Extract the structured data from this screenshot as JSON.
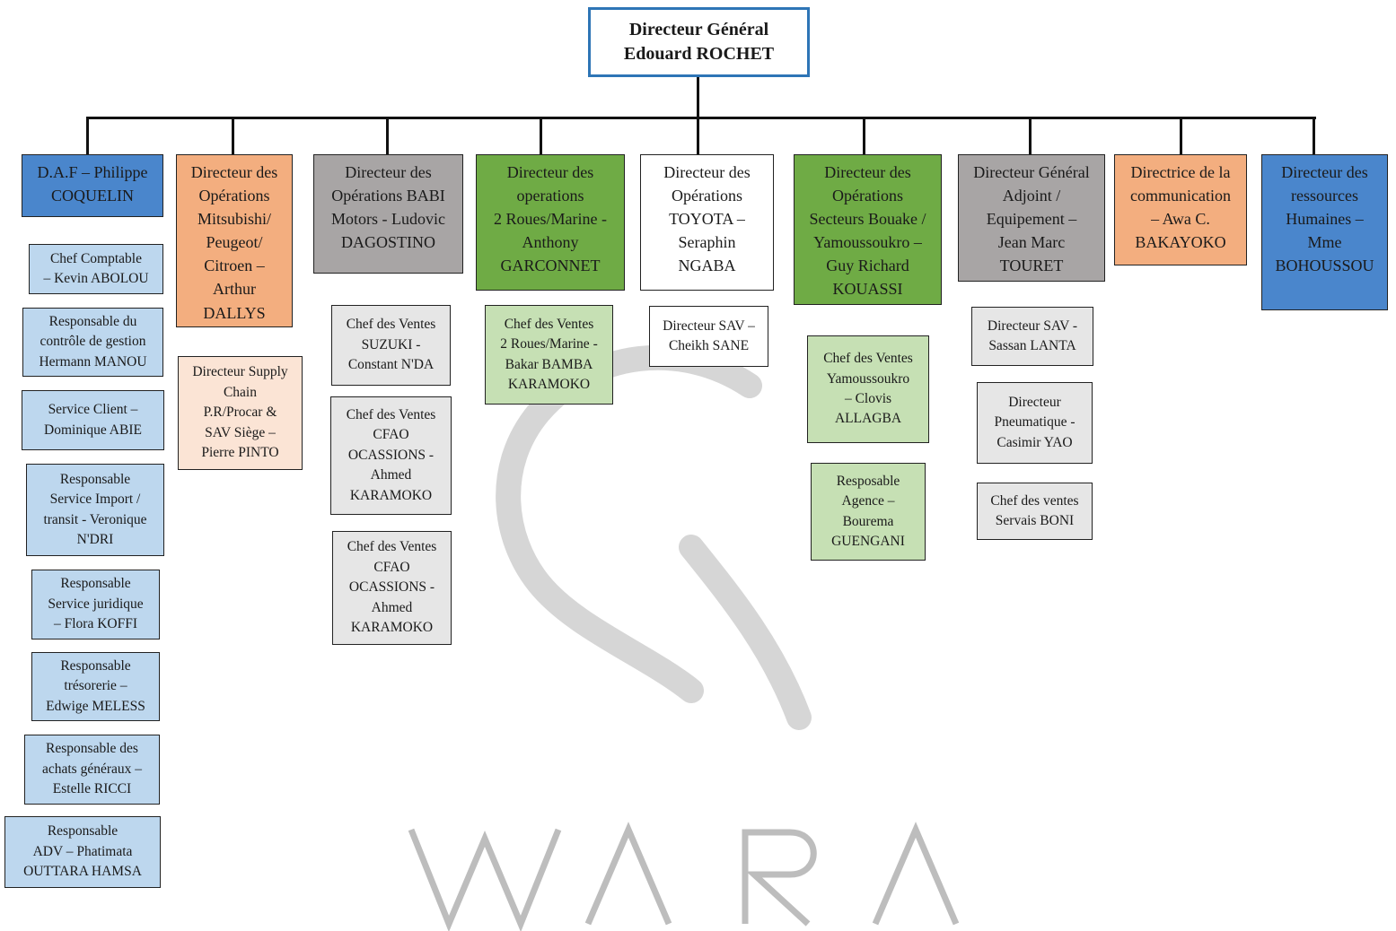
{
  "root": {
    "line1": "Directeur Général",
    "line2": "Edouard ROCHET"
  },
  "columns": [
    {
      "head": "D.A.F – Philippe\nCOQUELIN",
      "children": [
        "Chef Comptable\n– Kevin ABOLOU",
        "Responsable du\ncontrôle de gestion\nHermann MANOU",
        "Service Client –\nDominique ABIE",
        "Responsable\nService Import /\ntransit - Veronique\nN'DRI",
        "Responsable\nService juridique\n– Flora KOFFI",
        "Responsable\ntrésorerie –\nEdwige MELESS",
        "Responsable des\nachats généraux –\nEstelle RICCI",
        "Responsable\nADV – Phatimata\nOUTTARA HAMSA"
      ]
    },
    {
      "head": "Directeur des\nOpérations\nMitsubishi/\nPeugeot/\nCitroen –\nArthur\nDALLYS",
      "children": [
        "Directeur Supply\nChain\nP.R/Procar &\nSAV Siège –\nPierre PINTO"
      ]
    },
    {
      "head": "Directeur des\nOpérations BABI\nMotors - Ludovic\nDAGOSTINO",
      "children": [
        "Chef des Ventes\nSUZUKI -\nConstant N'DA",
        "Chef des Ventes\nCFAO\nOCASSIONS -\nAhmed\nKARAMOKO",
        "Chef des Ventes\nCFAO\nOCASSIONS -\nAhmed\nKARAMOKO"
      ]
    },
    {
      "head": "Directeur des\noperations\n2 Roues/Marine -\nAnthony\nGARCONNET",
      "children": [
        "Chef des Ventes\n2 Roues/Marine -\nBakar BAMBA\nKARAMOKO"
      ]
    },
    {
      "head": "Directeur des\nOpérations\nTOYOTA –\nSeraphin\nNGABA",
      "children": [
        "Directeur SAV –\nCheikh SANE"
      ]
    },
    {
      "head": "Directeur des\nOpérations\nSecteurs Bouake /\nYamoussoukro –\nGuy Richard\nKOUASSI",
      "children": [
        "Chef des Ventes\nYamoussoukro\n– Clovis\nALLAGBA",
        "Resposable\nAgence –\nBourema\nGUENGANI"
      ]
    },
    {
      "head": "Directeur Général\nAdjoint /\nEquipement –\nJean Marc\nTOURET",
      "children": [
        "Directeur SAV -\nSassan LANTA",
        "Directeur\nPneumatique -\nCasimir YAO",
        "Chef des ventes\nServais BONI"
      ]
    },
    {
      "head": "Directrice de la\ncommunication\n– Awa C.\nBAKAYOKO",
      "children": []
    },
    {
      "head": "Directeur des\nressources\nHumaines –\nMme\nBOHOUSSOU",
      "children": []
    }
  ],
  "watermark": "WARA",
  "colors": {
    "root_border": "#2e75b6",
    "blue": "#4a86cc",
    "orange": "#f3ae7f",
    "gray": "#a8a5a5",
    "green": "#6fab45",
    "light_blue": "#bdd7ee",
    "peach": "#fbe4d5",
    "light_gray": "#e6e6e6",
    "light_green": "#c6e0b4"
  }
}
